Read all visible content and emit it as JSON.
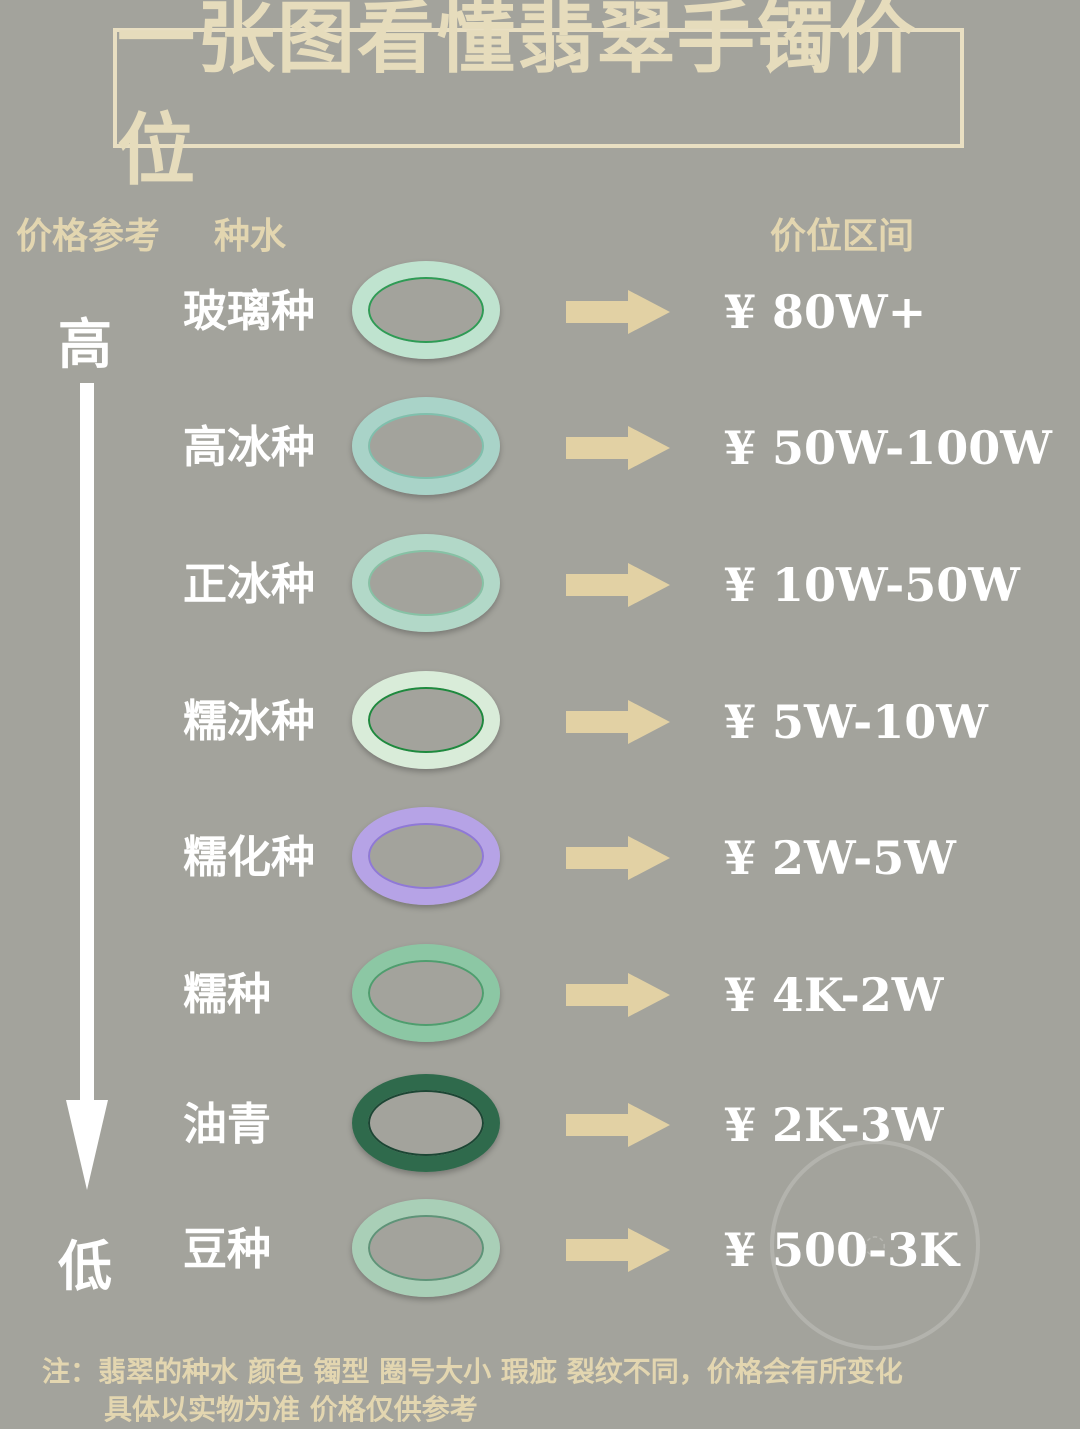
{
  "title": "一张图看懂翡翠手镯价位",
  "headers": {
    "price_ref": "价格参考",
    "type": "种水",
    "range": "价位区间"
  },
  "levels": {
    "high": "高",
    "low": "低"
  },
  "rows": [
    {
      "name": "玻璃种",
      "price": "¥ 80W+",
      "ring_color": "#bfe3cf",
      "fleck_color": "#2e9c55"
    },
    {
      "name": "高冰种",
      "price": "¥ 50W-100W",
      "ring_color": "#a9d3c8",
      "fleck_color": "#7fc0ad"
    },
    {
      "name": "正冰种",
      "price": "¥ 10W-50W",
      "ring_color": "#b2d8c8",
      "fleck_color": "#86c2a5"
    },
    {
      "name": "糯冰种",
      "price": "¥ 5W-10W",
      "ring_color": "#d9ecd9",
      "fleck_color": "#1e8a3e"
    },
    {
      "name": "糯化种",
      "price": "¥ 2W-5W",
      "ring_color": "#b6a3e6",
      "fleck_color": "#8f78d8"
    },
    {
      "name": "糯种",
      "price": "¥ 4K-2W",
      "ring_color": "#8cc7a4",
      "fleck_color": "#4e9e6e"
    },
    {
      "name": "油青",
      "price": "¥ 2K-3W",
      "ring_color": "#2f6a4c",
      "fleck_color": "#1c4634"
    },
    {
      "name": "豆种",
      "price": "¥ 500-3K",
      "ring_color": "#a9cfb7",
      "fleck_color": "#5e9478"
    }
  ],
  "note": {
    "line1": "注：翡翠的种水 颜色 镯型 圈号大小 瑕疵 裂纹不同，价格会有所变化",
    "line2": "具体以实物为准 价格仅供参考"
  },
  "colors": {
    "background": "#a3a39c",
    "accent": "#e3d6b0",
    "arrow": "#e2d1a4"
  }
}
